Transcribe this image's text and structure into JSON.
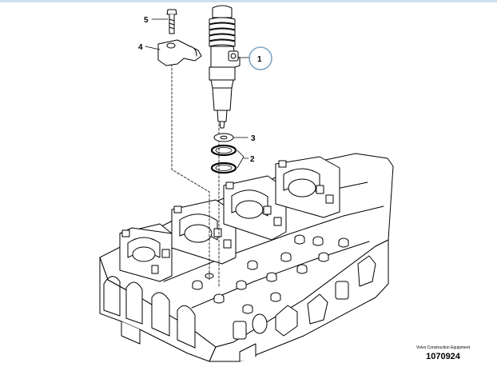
{
  "callouts": [
    {
      "id": "callout-1",
      "label": "1"
    },
    {
      "id": "callout-2",
      "label": "2"
    },
    {
      "id": "callout-3",
      "label": "3"
    },
    {
      "id": "callout-4",
      "label": "4"
    },
    {
      "id": "callout-5",
      "label": "5"
    }
  ],
  "footer": {
    "brand": "Volvo Construction Equipment",
    "drawing_number": "1070924"
  },
  "colors": {
    "highlight_ring": "#7fa6c4",
    "line": "#000000",
    "top_rule": "#cfe0ec"
  }
}
